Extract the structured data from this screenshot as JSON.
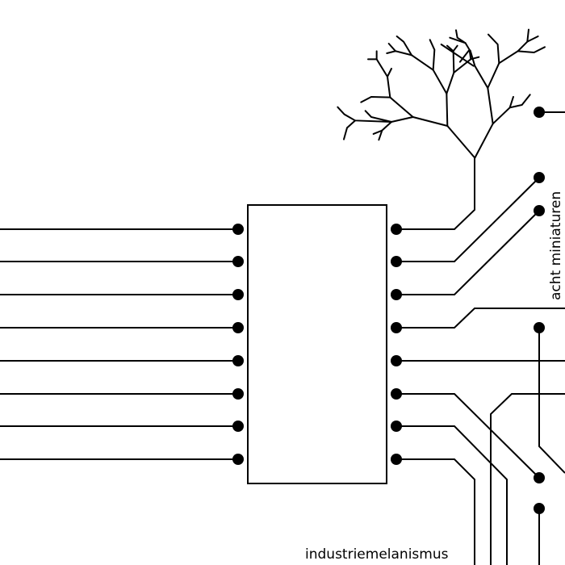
{
  "labels": {
    "side": "acht miniaturen",
    "bottom": "industriemelanismus"
  },
  "colors": {
    "ink": "#000000",
    "background": "#ffffff"
  },
  "chip": {
    "left_pins": 8,
    "right_pins": 8
  }
}
